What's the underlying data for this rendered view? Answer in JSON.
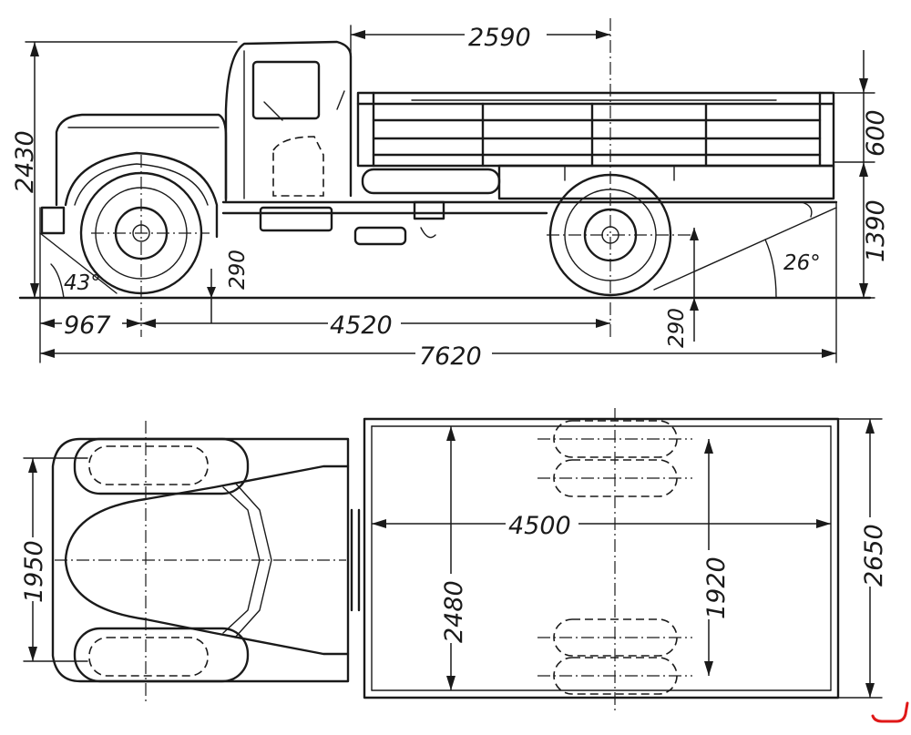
{
  "diagram": {
    "side_view": {
      "overall_height": "2430",
      "cab_to_axle": "2590",
      "body_side_height": "600",
      "platform_height": "1390",
      "front_overhang": "967",
      "wheelbase": "4520",
      "overall_length": "7620",
      "front_clearance": "290",
      "rear_clearance": "290",
      "approach_angle": "43°",
      "departure_angle": "26°"
    },
    "top_view": {
      "front_track": "1950",
      "body_length": "4500",
      "body_inner_width": "2480",
      "rear_track": "1920",
      "body_outer_width": "2650"
    }
  },
  "colors": {
    "line": "#1a1a1a",
    "background": "#ffffff",
    "corner_mark": "#e01818"
  }
}
